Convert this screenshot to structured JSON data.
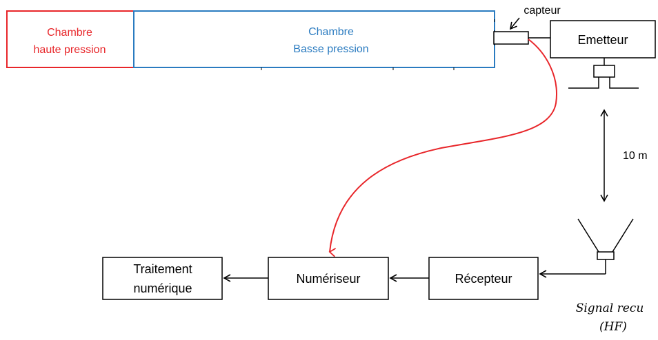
{
  "high_pressure_chamber": {
    "line1": "Chambre",
    "line2": "haute pression",
    "color": "#e8262a"
  },
  "low_pressure_chamber": {
    "line1": "Chambre",
    "line2": "Basse pression",
    "color": "#2a7bc0"
  },
  "sensor_label": "capteur",
  "emitter_label": "Emetteur",
  "distance_label": "10 m",
  "receiver_label": "Récepteur",
  "digitizer_label": "Numériseur",
  "processing": {
    "line1": "Traitement",
    "line2": "numérique"
  },
  "signal": {
    "line1": "Signal recu",
    "line2": "(HF)"
  },
  "cable_color": "#e8262a",
  "line_color": "#000000"
}
